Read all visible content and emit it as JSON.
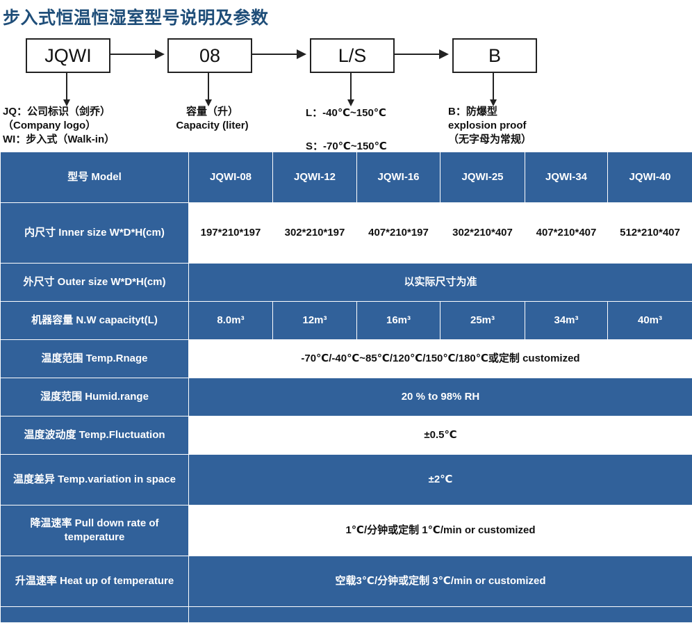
{
  "title": "步入式恒温恒湿室型号说明及参数",
  "diagram": {
    "boxes": [
      {
        "label": "JQWI"
      },
      {
        "label": "08"
      },
      {
        "label": "L/S"
      },
      {
        "label": "B"
      }
    ],
    "notes": [
      "JQ：公司标识（剑乔）\n（Company logo）\nWI：步入式（Walk-in）",
      "容量（升）\nCapacity (liter)",
      "L：-40℃~150℃\n\nS：-70℃~150℃",
      "B：防爆型\nexplosion proof\n（无字母为常规）"
    ]
  },
  "table": {
    "models_header": "型号 Model",
    "models": [
      "JQWI-08",
      "JQWI-12",
      "JQWI-16",
      "JQWI-25",
      "JQWI-34",
      "JQWI-40"
    ],
    "rows": [
      {
        "label": "内尺寸 Inner size W*D*H(cm)",
        "style": "white",
        "cells": [
          "197*210*197",
          "302*210*197",
          "407*210*197",
          "302*210*407",
          "407*210*407",
          "512*210*407"
        ]
      },
      {
        "label": "外尺寸 Outer size W*D*H(cm)",
        "style": "blue",
        "span": "以实际尺寸为准"
      },
      {
        "label": "机器容量 N.W capacityt(L)",
        "style": "blue",
        "cells": [
          "8.0m³",
          "12m³",
          "16m³",
          "25m³",
          "34m³",
          "40m³"
        ]
      },
      {
        "label": "温度范围 Temp.Rnage",
        "style": "white",
        "span": "-70℃/-40℃~85℃/120℃/150℃/180℃或定制 customized"
      },
      {
        "label": "湿度范围 Humid.range",
        "style": "blue",
        "span": "20 % to 98% RH"
      },
      {
        "label": "温度波动度 Temp.Fluctuation",
        "style": "white",
        "span": "±0.5℃"
      },
      {
        "label": "温度差异 Temp.variation in space",
        "style": "blue",
        "span": "±2℃"
      },
      {
        "label": "降温速率 Pull down rate of temperature",
        "style": "white",
        "span": "1℃/分钟或定制    1℃/min or customized"
      },
      {
        "label": "升温速率 Heat up of temperature",
        "style": "blue",
        "span": "空载3℃/分钟或定制 3℃/min or customized"
      },
      {
        "label": "",
        "style": "blue",
        "span": ""
      }
    ]
  },
  "colors": {
    "title": "#1f4e79",
    "table_blue": "#31619a",
    "table_white": "#ffffff",
    "line": "#222222"
  }
}
